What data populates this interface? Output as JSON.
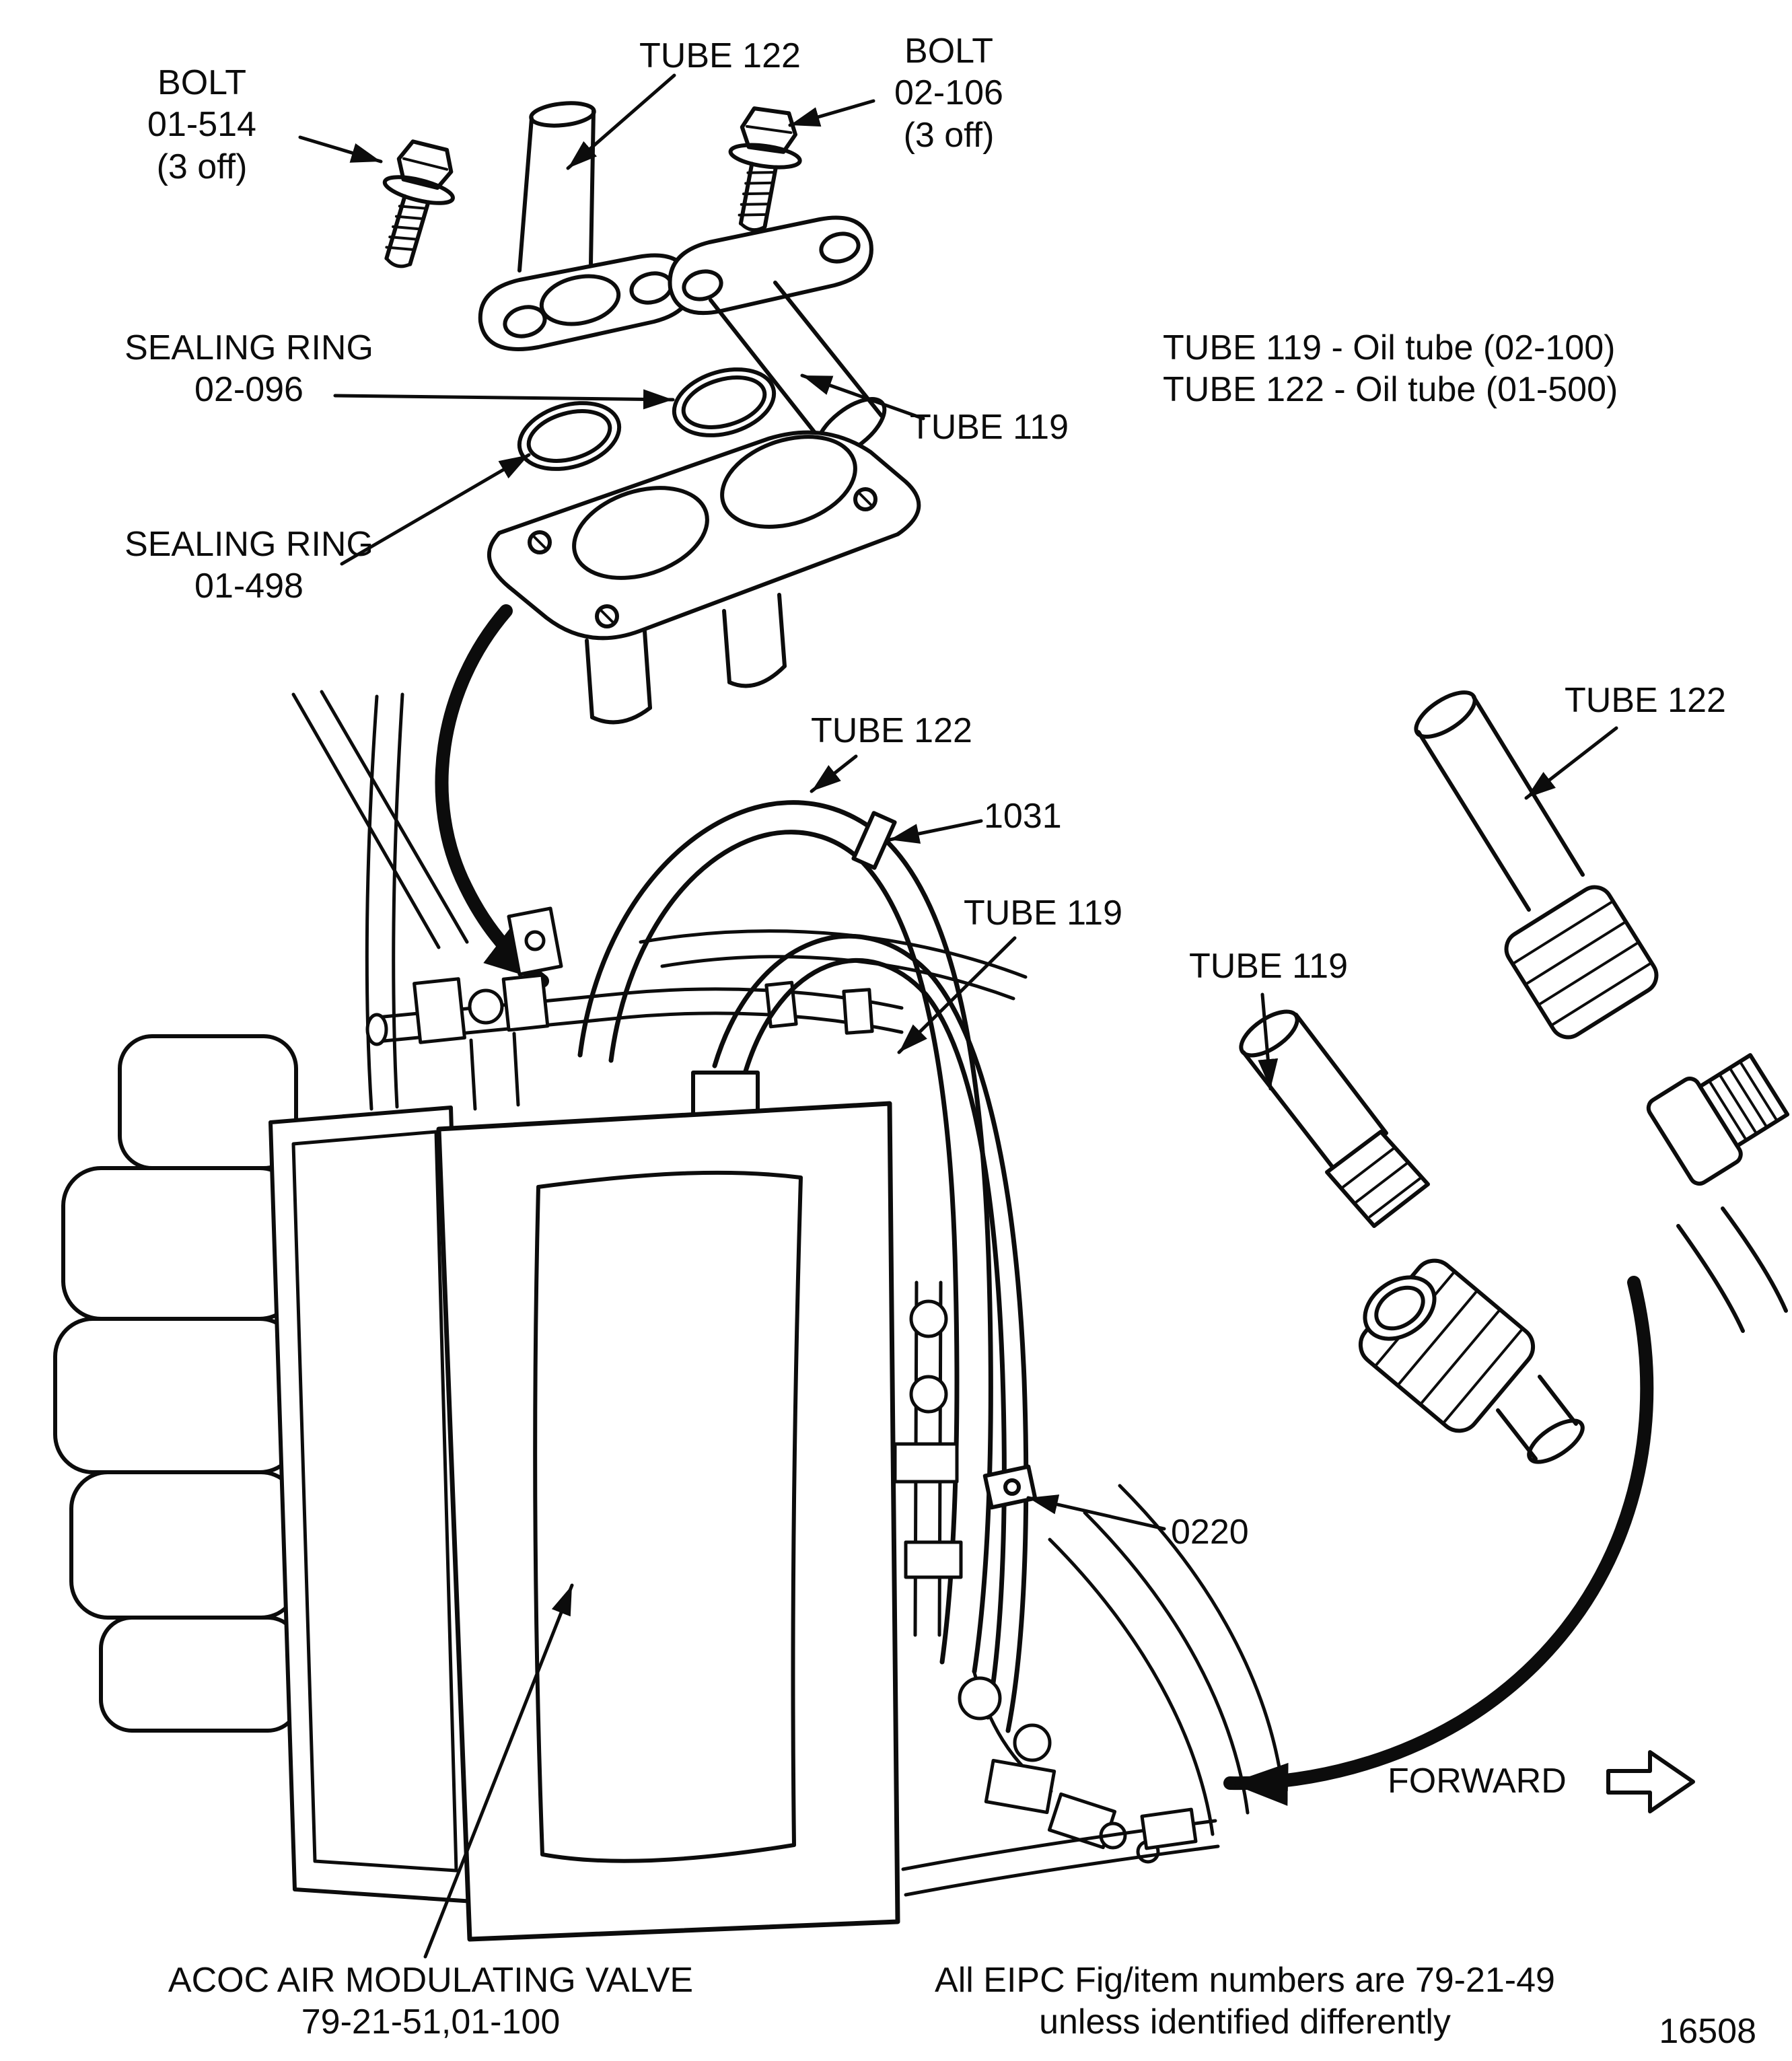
{
  "colors": {
    "ink": "#0c0c0c",
    "paper": "#ffffff"
  },
  "callouts": {
    "bolt_top_left": {
      "line1": "BOLT",
      "line2": "01-514",
      "line3": "(3 off)"
    },
    "tube_122_top": "TUBE 122",
    "bolt_top_right": {
      "line1": "BOLT",
      "line2": "02-106",
      "line3": "(3 off)"
    },
    "sealing_ring_upper": {
      "line1": "SEALING RING",
      "line2": "02-096"
    },
    "tube_119_top": "TUBE 119",
    "sealing_ring_lower": {
      "line1": "SEALING RING",
      "line2": "01-498"
    },
    "tube_122_main": "TUBE 122",
    "item_1031": "1031",
    "tube_119_main": "TUBE 119",
    "tube_119_detail": "TUBE 119",
    "tube_122_detail": "TUBE 122",
    "item_0220": "0220"
  },
  "legend": {
    "tube_119": "TUBE 119 - Oil tube (02-100)",
    "tube_122": "TUBE 122 - Oil tube (01-500)"
  },
  "direction": {
    "forward": "FORWARD"
  },
  "caption": {
    "valve_line1": "ACOC AIR MODULATING VALVE",
    "valve_line2": "79-21-51,01-100",
    "note_line1": "All EIPC Fig/item numbers are 79-21-49",
    "note_line2": "unless identified differently",
    "figure_number": "16508"
  }
}
